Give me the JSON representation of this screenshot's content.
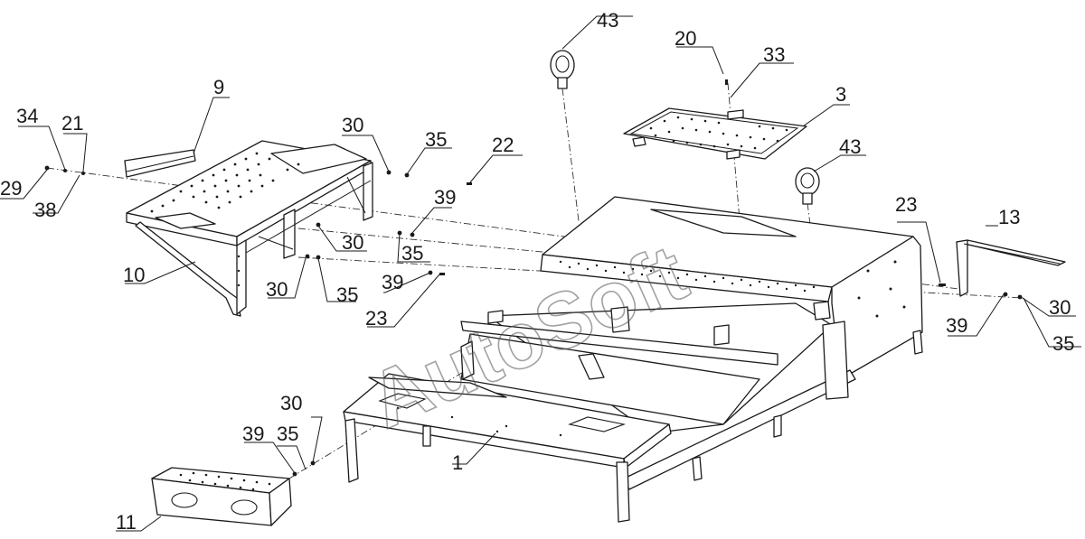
{
  "watermark": "AutoSoft",
  "callouts": [
    {
      "id": "c-43-top",
      "label": "43"
    },
    {
      "id": "c-20",
      "label": "20"
    },
    {
      "id": "c-33",
      "label": "33"
    },
    {
      "id": "c-3",
      "label": "3"
    },
    {
      "id": "c-43-right",
      "label": "43"
    },
    {
      "id": "c-9",
      "label": "9"
    },
    {
      "id": "c-34",
      "label": "34"
    },
    {
      "id": "c-21",
      "label": "21"
    },
    {
      "id": "c-29",
      "label": "29"
    },
    {
      "id": "c-38",
      "label": "38"
    },
    {
      "id": "c-30-a",
      "label": "30"
    },
    {
      "id": "c-35-a",
      "label": "35"
    },
    {
      "id": "c-22",
      "label": "22"
    },
    {
      "id": "c-39-a",
      "label": "39"
    },
    {
      "id": "c-30-b",
      "label": "30"
    },
    {
      "id": "c-35-b",
      "label": "35"
    },
    {
      "id": "c-10",
      "label": "10"
    },
    {
      "id": "c-30-c",
      "label": "30"
    },
    {
      "id": "c-35-c",
      "label": "35"
    },
    {
      "id": "c-39-b",
      "label": "39"
    },
    {
      "id": "c-23-a",
      "label": "23"
    },
    {
      "id": "c-23-b",
      "label": "23"
    },
    {
      "id": "c-13",
      "label": "13"
    },
    {
      "id": "c-39-c",
      "label": "39"
    },
    {
      "id": "c-30-d",
      "label": "30"
    },
    {
      "id": "c-35-d",
      "label": "35"
    },
    {
      "id": "c-30-e",
      "label": "30"
    },
    {
      "id": "c-39-d",
      "label": "39"
    },
    {
      "id": "c-35-e",
      "label": "35"
    },
    {
      "id": "c-1",
      "label": "1"
    },
    {
      "id": "c-11",
      "label": "11"
    }
  ]
}
